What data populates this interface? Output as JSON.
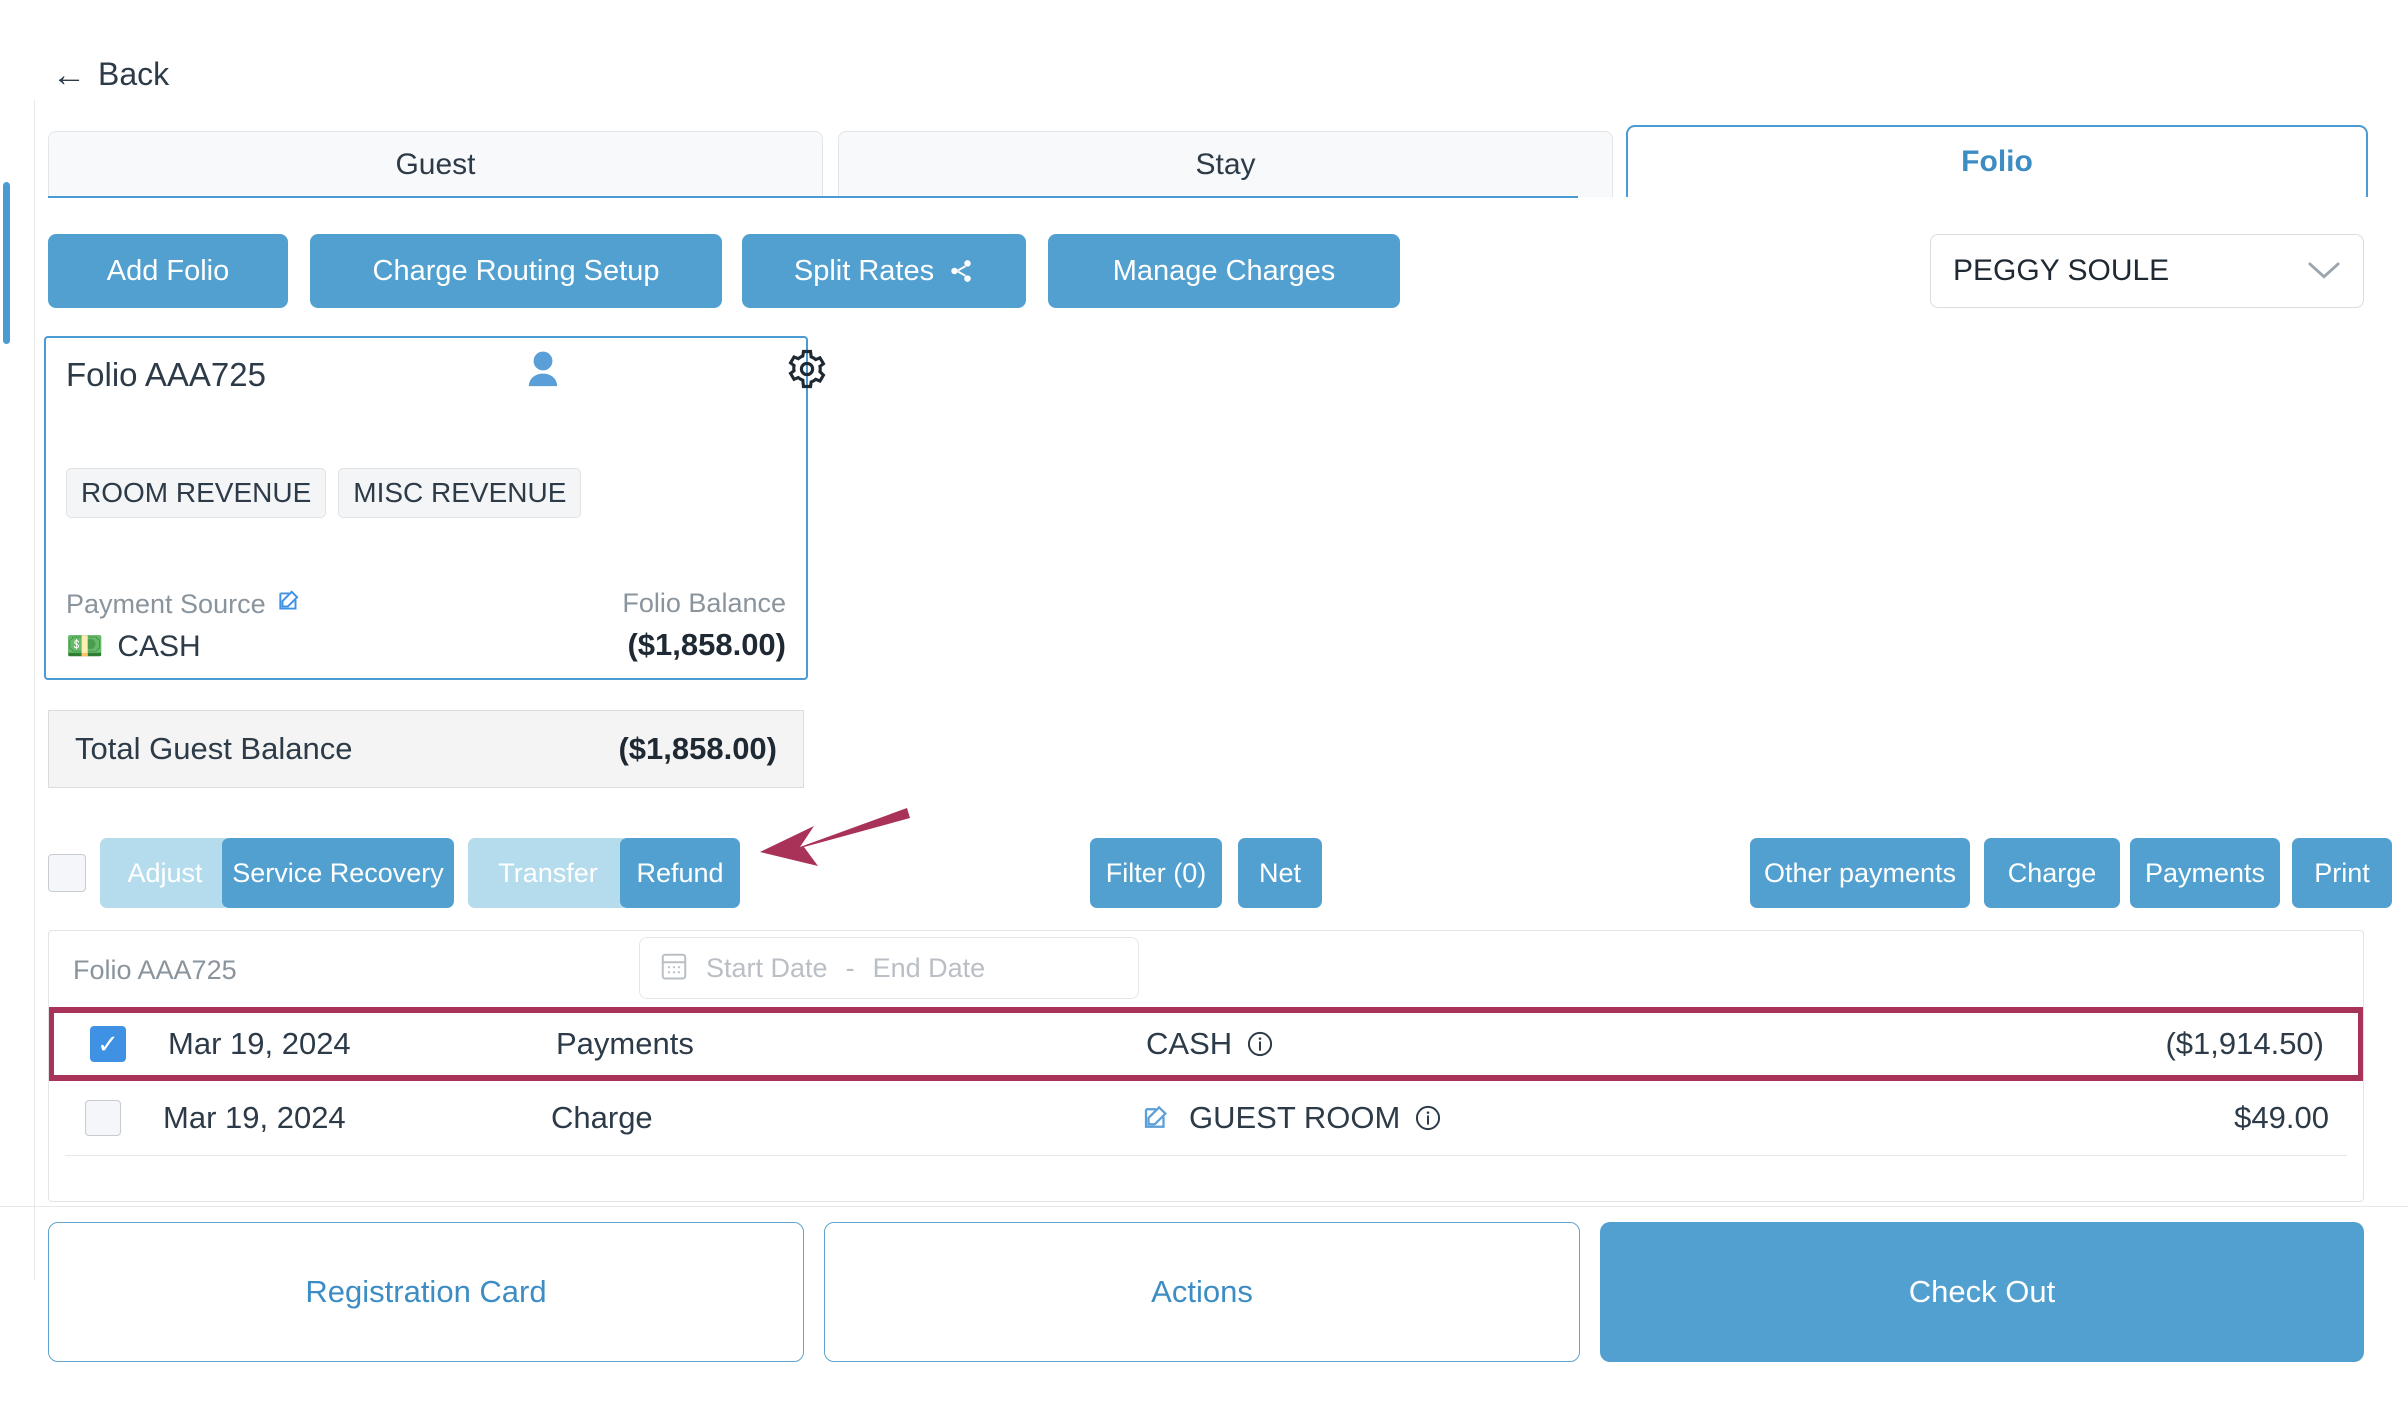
{
  "nav": {
    "back_label": "Back",
    "back_icon": "arrow-left-icon"
  },
  "tabs": [
    {
      "id": "guest",
      "label": "Guest",
      "active": false
    },
    {
      "id": "stay",
      "label": "Stay",
      "active": false
    },
    {
      "id": "folio",
      "label": "Folio",
      "active": true
    }
  ],
  "actions": {
    "add_folio": "Add Folio",
    "charge_routing_setup": "Charge Routing Setup",
    "split_rates": "Split Rates",
    "split_rates_icon": "share-icon",
    "manage_charges": "Manage Charges"
  },
  "guest_select": {
    "value": "PEGGY SOULE",
    "chevron_icon": "chevron-down-icon"
  },
  "folio_card": {
    "title": "Folio AAA725",
    "person_icon": "person-icon",
    "gear_icon": "gear-icon",
    "tags": [
      "ROOM REVENUE",
      "MISC REVENUE"
    ],
    "payment_source_label": "Payment Source",
    "payment_source_edit_icon": "edit-pencil-icon",
    "payment_source_value": "CASH",
    "payment_source_value_icon": "money-icon",
    "folio_balance_label": "Folio Balance",
    "folio_balance_value": "($1,858.00)"
  },
  "total_balance": {
    "label": "Total Guest Balance",
    "value": "($1,858.00)"
  },
  "toolbar": {
    "select_all_checkbox": "",
    "adjust": "Adjust",
    "service_recovery": "Service Recovery",
    "transfer": "Transfer",
    "refund": "Refund",
    "filter": "Filter (0)",
    "net": "Net",
    "other_payments": "Other payments",
    "charge": "Charge",
    "payments": "Payments",
    "print": "Print"
  },
  "annotation": {
    "arrow_color": "#a93258",
    "highlight_color": "#a93258"
  },
  "table": {
    "folio_label": "Folio AAA725",
    "calendar_icon": "calendar-icon",
    "start_date_placeholder": "Start Date",
    "date_separator": "-",
    "end_date_placeholder": "End Date",
    "rows": [
      {
        "checked": true,
        "highlighted": true,
        "date": "Mar 19, 2024",
        "type": "Payments",
        "source": "CASH",
        "source_info_icon": "info-icon",
        "has_edit_icon": false,
        "amount": "($1,914.50)"
      },
      {
        "checked": false,
        "highlighted": false,
        "date": "Mar 19, 2024",
        "type": "Charge",
        "source": "GUEST ROOM",
        "source_info_icon": "info-icon",
        "has_edit_icon": true,
        "edit_icon": "edit-pencil-icon",
        "amount": "$49.00"
      }
    ]
  },
  "footer": {
    "registration_card": "Registration Card",
    "actions": "Actions",
    "check_out": "Check Out"
  },
  "colors": {
    "primary_blue": "#52a0cf",
    "tab_active_blue": "#4a9ad4",
    "disabled_blue": "#b4dced",
    "accent_crimson": "#a93258",
    "checkbox_blue": "#3f92e3"
  }
}
